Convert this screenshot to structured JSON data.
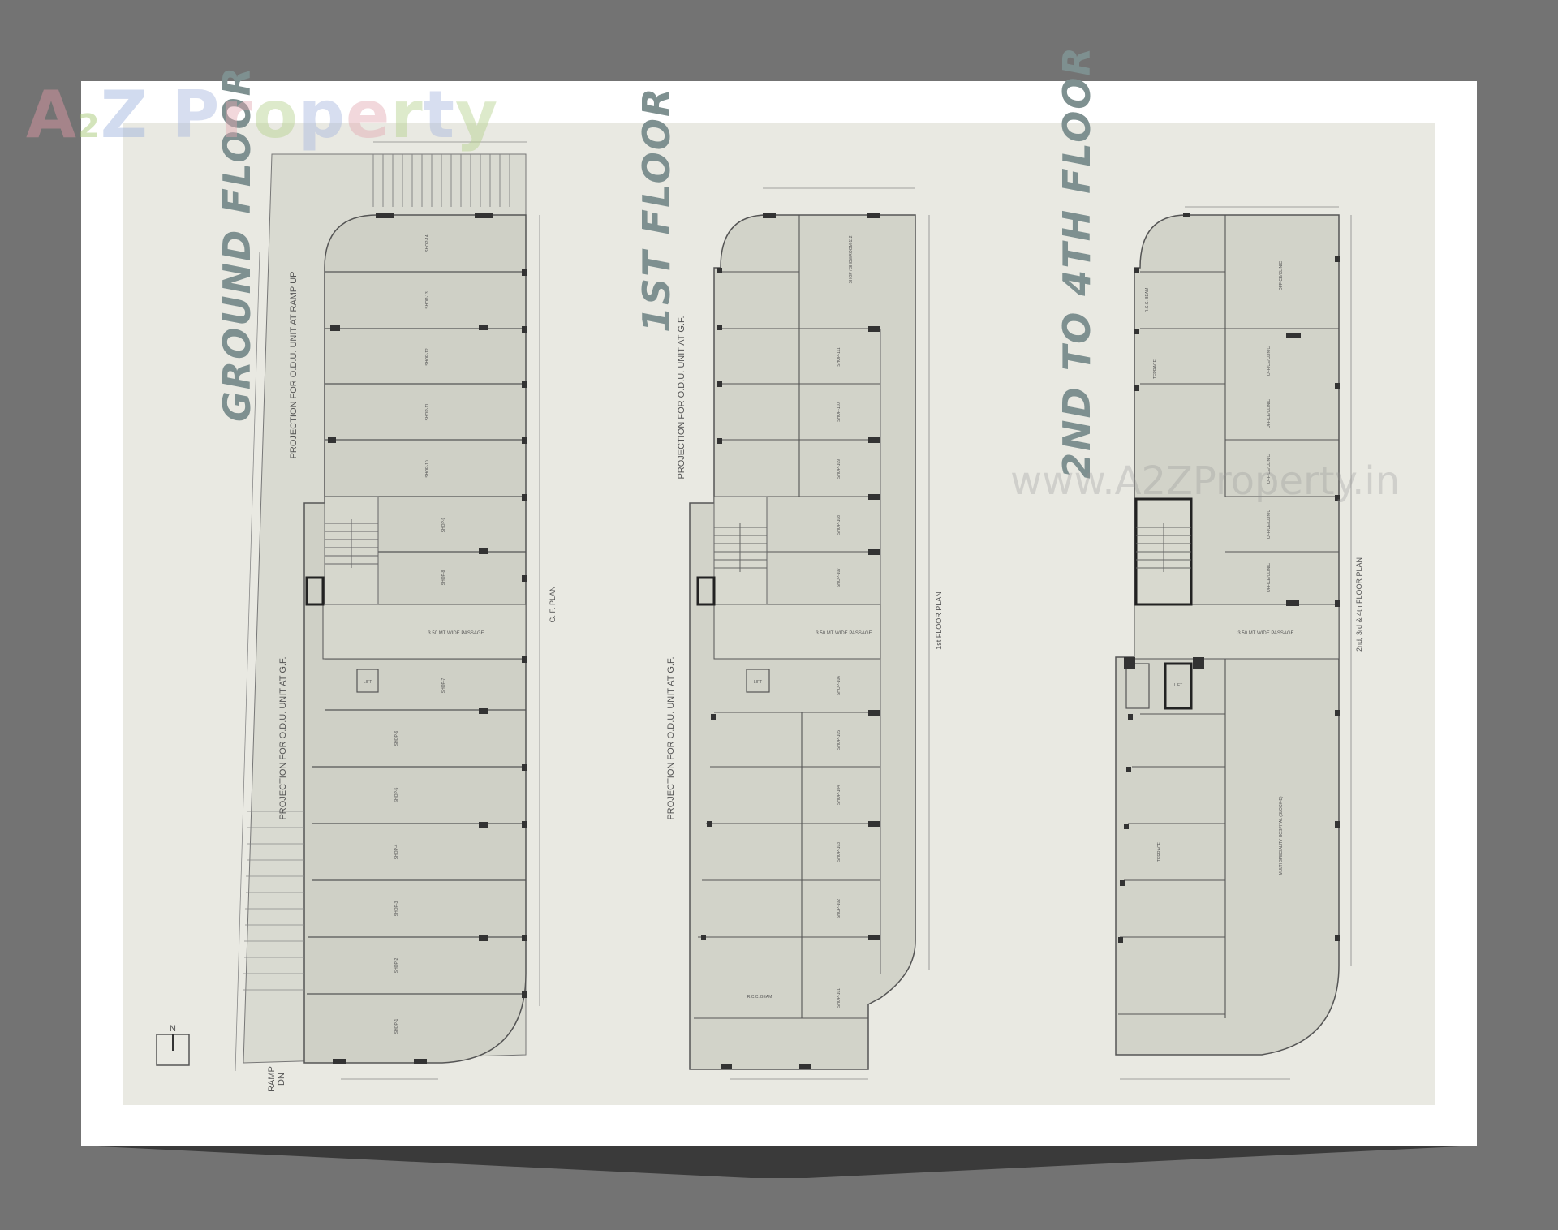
{
  "logo": {
    "text_a": "A",
    "text_2": "2",
    "text_z": "Z",
    "text_rest": [
      "P",
      "r",
      "o",
      "p",
      "e",
      "r",
      "t",
      "y"
    ]
  },
  "watermark_url": "www.A2ZProperty.in",
  "plans": {
    "ground": {
      "title": "GROUND FLOOR",
      "plan_label": "G. F. PLAN",
      "passage_label": "3.50 MT WIDE PASSAGE",
      "projection_notes": [
        "PROJECTION FOR O.D.U. UNIT AT RAMP UP",
        "PROJECTION FOR O.D.U. UNIT AT G.F."
      ],
      "ramp_label": [
        "RAMP",
        "DN"
      ],
      "lift_label": "LIFT",
      "shops": [
        "SHOP-14",
        "SHOP-13",
        "SHOP-12",
        "SHOP-11",
        "SHOP-10",
        "SHOP-9",
        "SHOP-8",
        "SHOP-7",
        "SHOP-6",
        "SHOP-5",
        "SHOP-4",
        "SHOP-3",
        "SHOP-2",
        "SHOP-1"
      ]
    },
    "first": {
      "title": "1ST FLOOR",
      "plan_label": "1st FLOOR PLAN",
      "passage_label": "3.50 MT WIDE PASSAGE",
      "projection_notes": [
        "PROJECTION FOR O.D.U. UNIT AT G.F.",
        "PROJECTION FOR O.D.U. UNIT AT G.F."
      ],
      "lift_label": "LIFT",
      "shops": [
        "SHOP / SHOWROOM-112",
        "SHOP-111",
        "SHOP-110",
        "SHOP-109",
        "SHOP-108",
        "SHOP-107",
        "SHOP-106",
        "SHOP-105",
        "SHOP-104",
        "SHOP-103",
        "SHOP-102",
        "SHOP-101"
      ],
      "beam_label": "R.C.C. BEAM"
    },
    "upper": {
      "title": "2ND TO 4TH FLOOR",
      "plan_label": "2nd, 3rd & 4th FLOOR PLAN",
      "passage_label": "3.50 MT WIDE PASSAGE",
      "lift_label": "LIFT",
      "offices": [
        "OFFICE/CLINIC",
        "OFFICE/CLINIC",
        "OFFICE/CLINIC",
        "OFFICE/CLINIC",
        "OFFICE/CLINIC",
        "OFFICE/CLINIC"
      ],
      "large_unit": "MULTI SPECIALITY HOSPITAL (BLOCK-B)",
      "terrace_label": "TERRACE",
      "beam_label": "R.C.C. BEAM"
    },
    "north_label": "N"
  },
  "colors": {
    "background": "#737373",
    "paper": "#e9e9e2",
    "floor_fill": "#d4d5cb",
    "wall": "#4a4a4a",
    "title": "#7e9090"
  }
}
